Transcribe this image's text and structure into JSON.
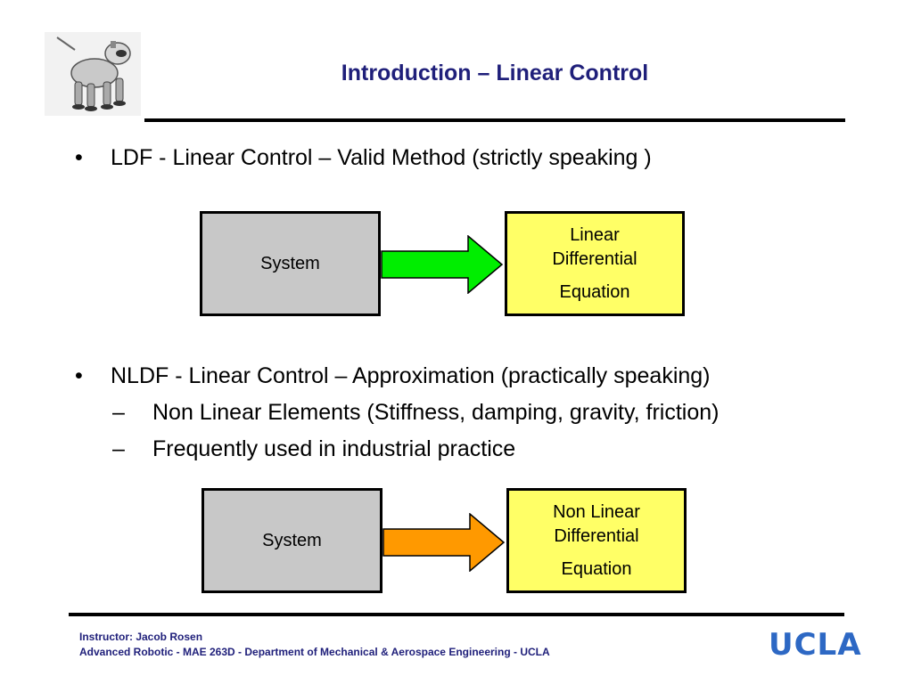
{
  "header": {
    "title": "Introduction – Linear Control",
    "logo_icon": "robot-dog-icon"
  },
  "bullets": [
    {
      "marker": "•",
      "text": "LDF - Linear Control – Valid Method  (strictly speaking )"
    },
    {
      "marker": "•",
      "text": "NLDF - Linear Control – Approximation  (practically speaking)",
      "sub": [
        {
          "marker": "–",
          "text": "Non Linear Elements (Stiffness, damping, gravity, friction)"
        },
        {
          "marker": "–",
          "text": "Frequently used in industrial practice"
        }
      ]
    }
  ],
  "diagram1": {
    "system_label": "System",
    "equation_line1": "Linear",
    "equation_line2": "Differential",
    "equation_line3": "Equation",
    "arrow_color": "#00ee00"
  },
  "diagram2": {
    "system_label": "System",
    "equation_line1": "Non Linear",
    "equation_line2": "Differential",
    "equation_line3": "Equation",
    "arrow_color": "#ff9900"
  },
  "footer": {
    "instructor": "Instructor: Jacob Rosen",
    "course": "Advanced Robotic - MAE 263D - Department of Mechanical & Aerospace Engineering - UCLA",
    "logo_text": "UCLA"
  },
  "colors": {
    "title": "#1f1f7a",
    "system_box": "#c8c8c8",
    "equation_box": "#ffff66",
    "ucla_blue": "#2d68c4"
  }
}
